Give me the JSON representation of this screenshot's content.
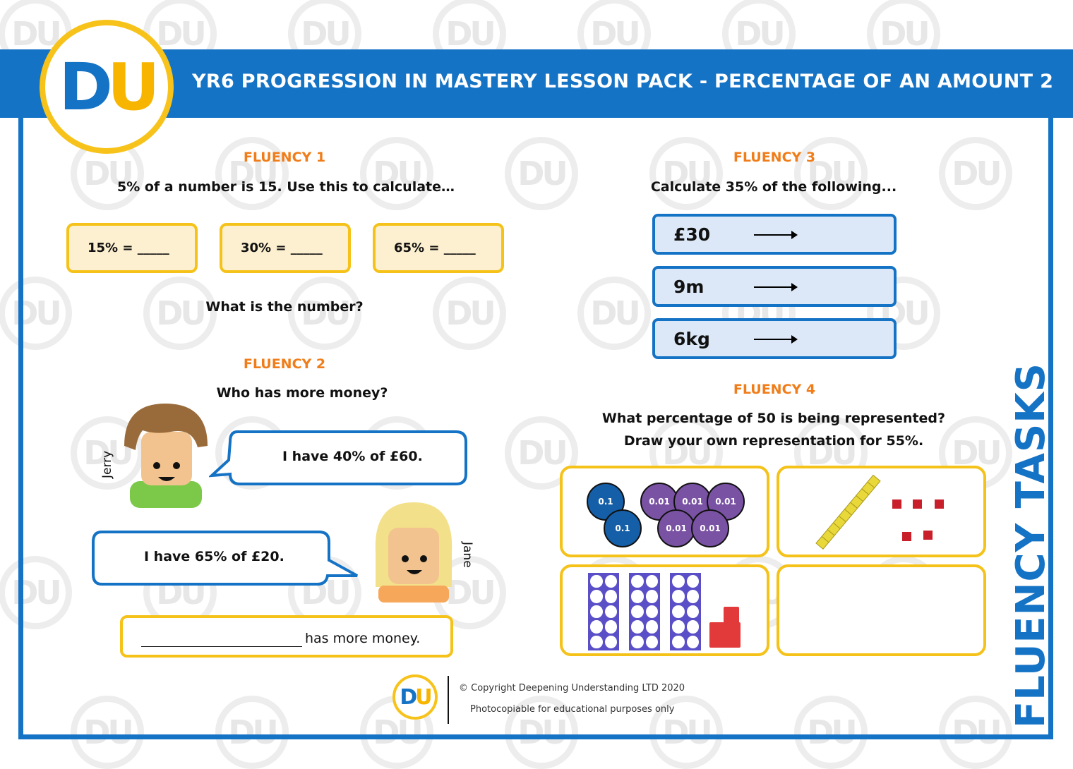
{
  "header": {
    "title": "YR6 PROGRESSION IN MASTERY LESSON PACK - PERCENTAGE OF AN AMOUNT 2"
  },
  "logo": {
    "d": "D",
    "u": "U"
  },
  "colors": {
    "blue": "#1573c5",
    "yellow": "#f5c21a",
    "orange": "#f07d1a"
  },
  "fluency1": {
    "heading": "FLUENCY 1",
    "question": "5% of a number is 15. Use this to calculate…",
    "boxes": [
      "15% = _____",
      "30% = _____",
      "65% = _____"
    ],
    "followup": "What is the number?"
  },
  "fluency2": {
    "heading": "FLUENCY 2",
    "question": "Who has more money?",
    "jerry_name": "Jerry",
    "jerry_says": "I have 40% of £60.",
    "jane_name": "Jane",
    "jane_says": "I have 65% of £20.",
    "answer_suffix": "has more money."
  },
  "fluency3": {
    "heading": "FLUENCY 3",
    "question": "Calculate 35% of the following...",
    "items": [
      "£30",
      "9m",
      "6kg"
    ]
  },
  "fluency4": {
    "heading": "FLUENCY 4",
    "question_line1": "What percentage of 50 is being represented?",
    "question_line2": "Draw your own representation for 55%.",
    "counters": {
      "tenth": "0.1",
      "hundredth": "0.01"
    }
  },
  "side_label": "FLUENCY TASKS",
  "footer": {
    "copyright": "© Copyright Deepening Understanding LTD 2020",
    "note": "Photocopiable for educational purposes only"
  }
}
